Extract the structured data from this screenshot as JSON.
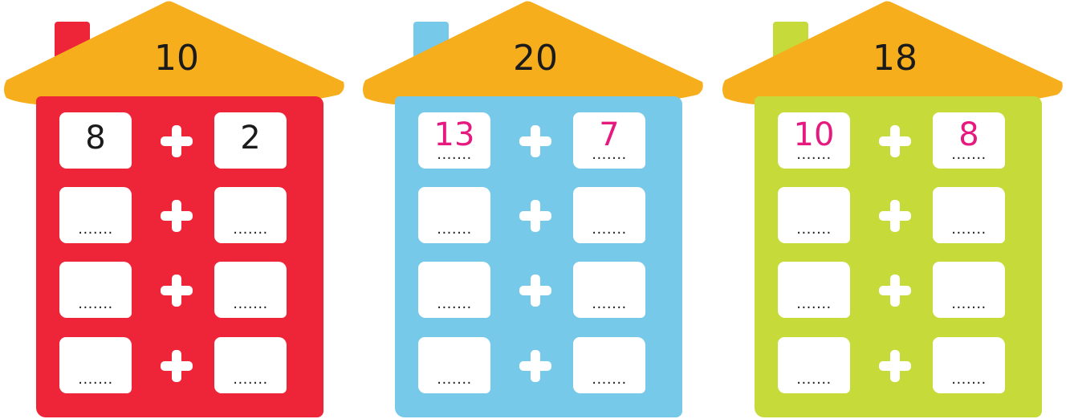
{
  "colors": {
    "roof": "#F6AE1C",
    "red": "#EE2438",
    "blue": "#76C9E8",
    "green": "#C6DA3A",
    "given_ink": "#1b1b1b",
    "answer_ink": "#E6197F"
  },
  "houses": [
    {
      "color": "red",
      "total": "10",
      "rows": [
        {
          "left": "8",
          "right": "2",
          "dotted": false,
          "ink": "given"
        },
        {
          "left": "",
          "right": "",
          "dotted": true
        },
        {
          "left": "",
          "right": "",
          "dotted": true
        },
        {
          "left": "",
          "right": "",
          "dotted": true
        }
      ]
    },
    {
      "color": "blue",
      "total": "20",
      "rows": [
        {
          "left": "13",
          "right": "7",
          "dotted": true,
          "ink": "answer"
        },
        {
          "left": "",
          "right": "",
          "dotted": true
        },
        {
          "left": "",
          "right": "",
          "dotted": true
        },
        {
          "left": "",
          "right": "",
          "dotted": true
        }
      ]
    },
    {
      "color": "green",
      "total": "18",
      "rows": [
        {
          "left": "10",
          "right": "8",
          "dotted": true,
          "ink": "answer"
        },
        {
          "left": "",
          "right": "",
          "dotted": true
        },
        {
          "left": "",
          "right": "",
          "dotted": true
        },
        {
          "left": "",
          "right": "",
          "dotted": true
        }
      ]
    }
  ],
  "dots_text": ".......",
  "plus_symbol": "plus-sign"
}
